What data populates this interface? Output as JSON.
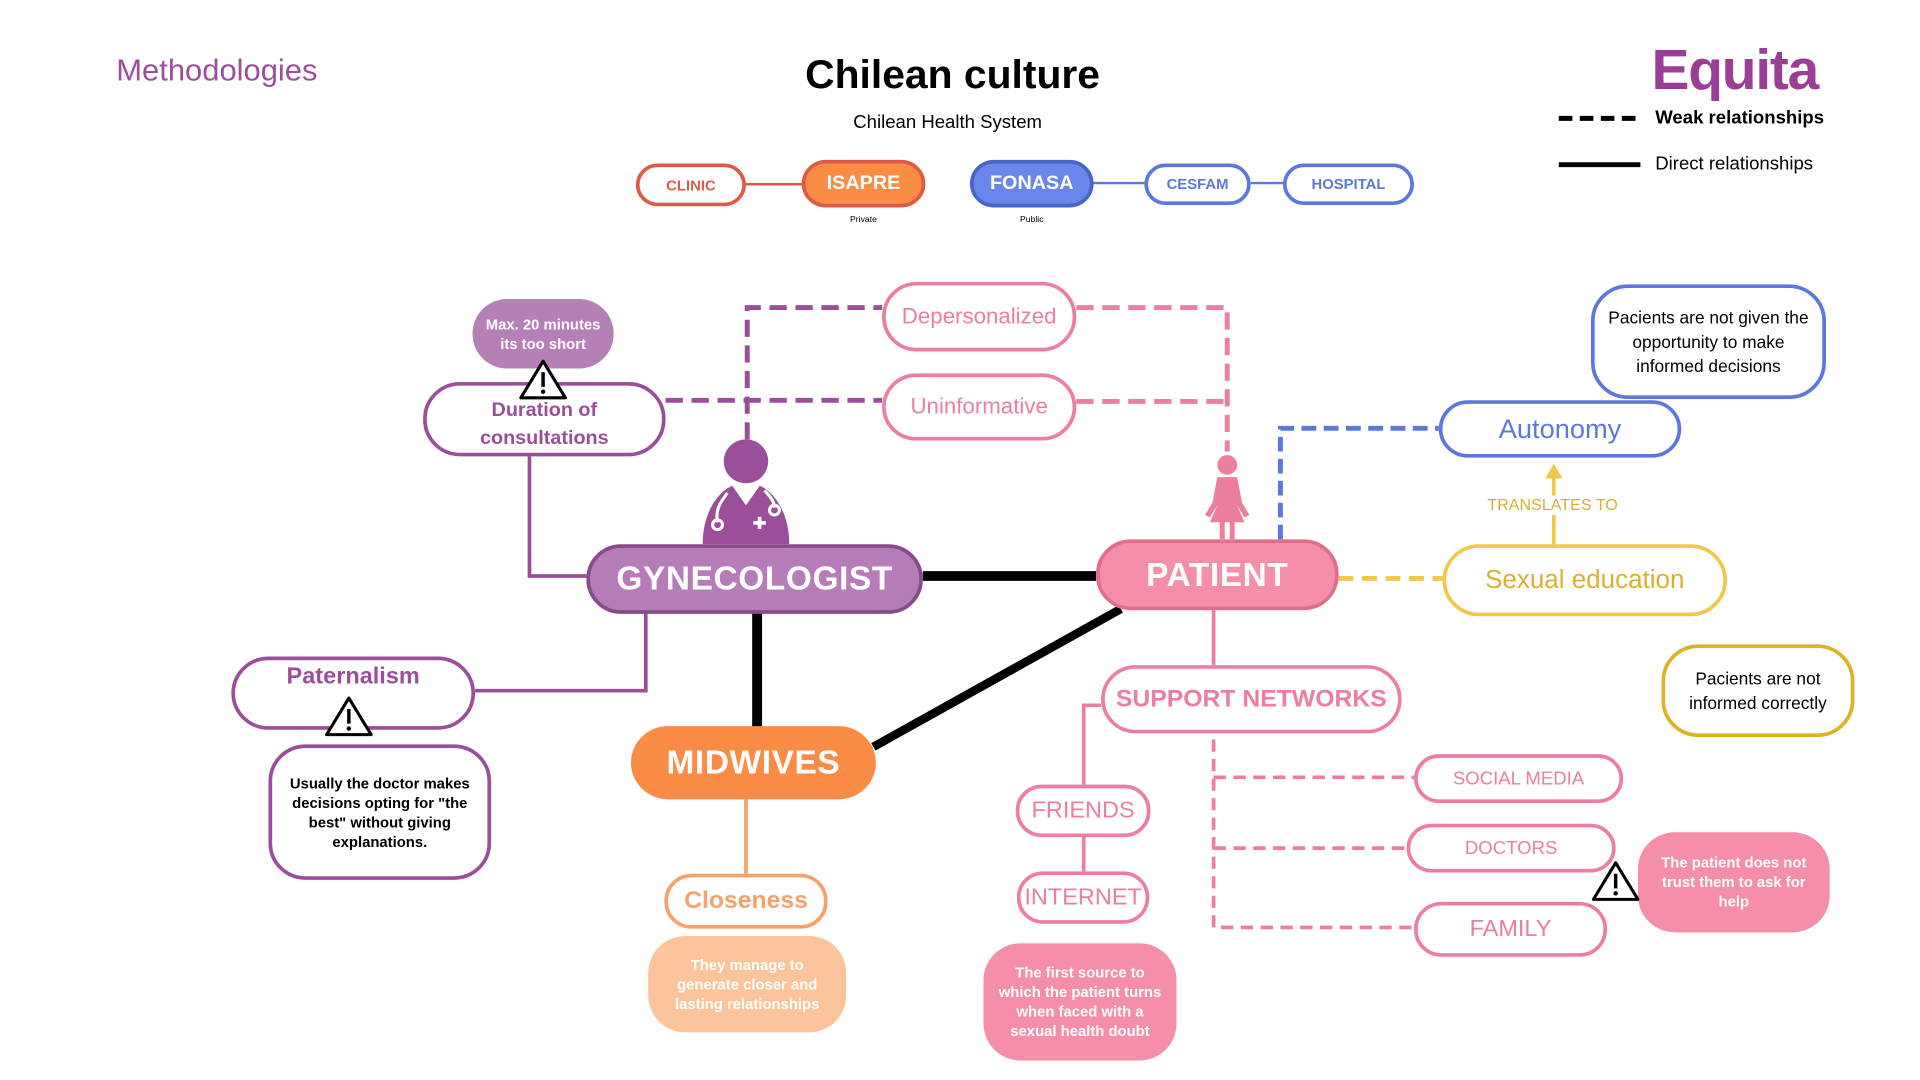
{
  "header": {
    "methodologies": "Methodologies",
    "title": "Chilean culture",
    "subtitle": "Chilean Health System",
    "brand": "Equita"
  },
  "legend": {
    "weak": "Weak relationships",
    "direct": "Direct relationships"
  },
  "health_system": {
    "clinic": "CLINIC",
    "isapre": "ISAPRE",
    "isapre_note": "Private",
    "fonasa": "FONASA",
    "fonasa_note": "Public",
    "cesfam": "CESFAM",
    "hospital": "HOSPITAL"
  },
  "nodes": {
    "gynecologist": "GYNECOLOGIST",
    "patient": "PATIENT",
    "midwives": "MIDWIVES",
    "depersonalized": "Depersonalized",
    "uninformative": "Uninformative",
    "duration": "Duration of consultations",
    "duration_note": "Max. 20 minutes its too short",
    "paternalism": "Paternalism",
    "paternalism_note": "Usually the doctor makes decisions opting for \"the best\" without giving explanations.",
    "closeness": "Closeness",
    "closeness_note": "They manage to generate closer and lasting relationships",
    "support_networks": "SUPPORT NETWORKS",
    "friends": "FRIENDS",
    "internet": "INTERNET",
    "internet_note": "The first source to which the patient turns when faced with a sexual health doubt",
    "social_media": "SOCIAL MEDIA",
    "doctors": "DOCTORS",
    "doctors_note": "The patient does not trust them to ask for help",
    "family": "FAMILY",
    "autonomy": "Autonomy",
    "autonomy_note": "Pacients are not given the opportunity to make informed decisions",
    "translates_to": "TRANSLATES TO",
    "sexual_education": "Sexual education",
    "sexual_education_note": "Pacients are not informed correctly"
  },
  "colors": {
    "purple": "#9b4f9a",
    "pink": "#ec7f9d",
    "orange": "#fb8c45",
    "blue": "#5c78de",
    "yellow": "#f0c84a",
    "red": "#de5a47"
  },
  "icons": [
    "doctor-icon",
    "woman-icon",
    "warning-icon"
  ]
}
